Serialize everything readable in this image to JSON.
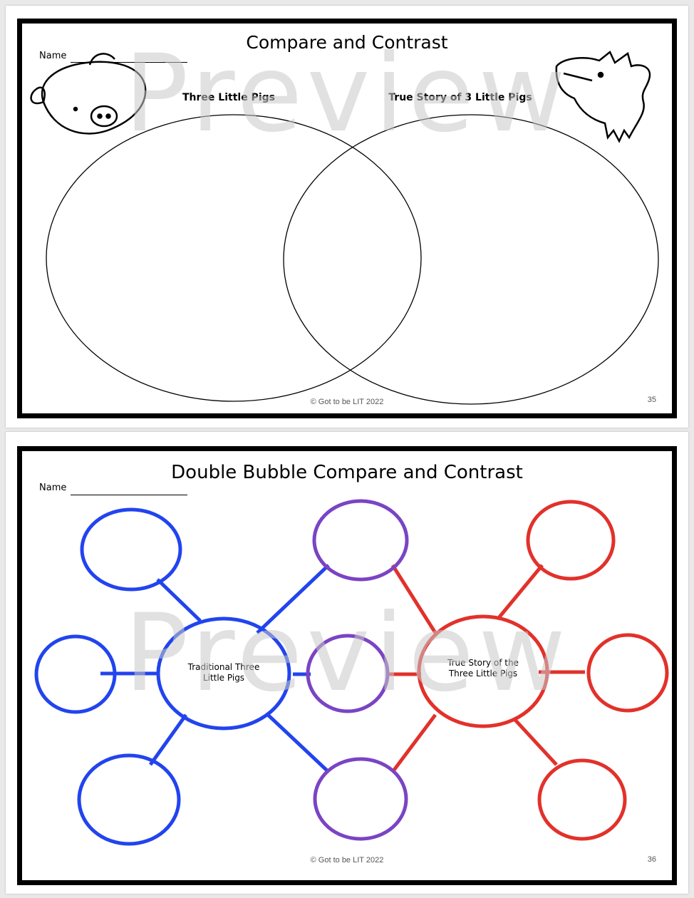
{
  "watermark": "Preview",
  "page1": {
    "title": "Compare and Contrast",
    "name_label": "Name",
    "left_label": "Three Little Pigs",
    "right_label": "True Story of 3 Little Pigs",
    "footer": "© Got to be LIT 2022",
    "page_number": "35",
    "icons": [
      "pig-head-icon",
      "wolf-head-icon"
    ]
  },
  "page2": {
    "title": "Double Bubble Compare and Contrast",
    "name_label": "Name",
    "left_center_label_line1": "Traditional Three",
    "left_center_label_line2": "Little Pigs",
    "right_center_label_line1": "True Story of the",
    "right_center_label_line2": "Three Little Pigs",
    "footer": "© Got to be LIT 2022",
    "page_number": "36",
    "colors": {
      "left": "#2244ee",
      "shared": "#7a44c4",
      "right": "#e2312b"
    }
  }
}
